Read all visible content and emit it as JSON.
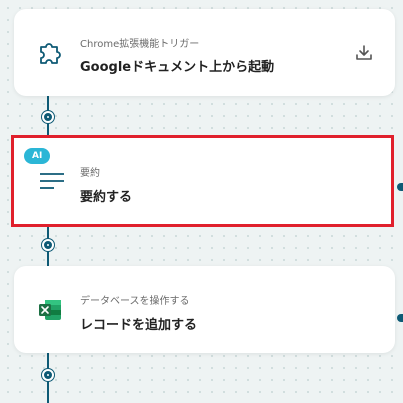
{
  "flow": {
    "steps": [
      {
        "subtitle": "Chrome拡張機能トリガー",
        "title": "Googleドキュメント上から起動",
        "icon": "puzzle-icon",
        "action_icon": "download-icon"
      },
      {
        "badge": "AI",
        "subtitle": "要約",
        "title": "要約する",
        "icon": "summary-lines-icon",
        "selected": true
      },
      {
        "subtitle": "データベースを操作する",
        "title": "レコードを追加する",
        "icon": "excel-icon"
      }
    ]
  },
  "colors": {
    "connector": "#0e5a75",
    "ai_badge": "#2bb6d6",
    "selection": "#e0202c",
    "excel_green": "#1d7044"
  }
}
